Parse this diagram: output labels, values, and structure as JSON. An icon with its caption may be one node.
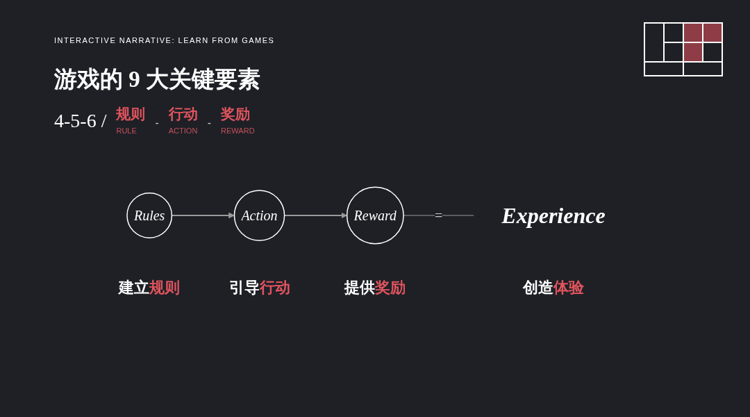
{
  "diagram": {
    "title": "游戏的 9 大关键要素",
    "nodes": [
      {
        "text": [
          "Rules"
        ],
        "beside": [
          "建立**规则**"
        ]
      },
      {
        "text": [
          "Action"
        ],
        "beside": [
          "引导**行动**"
        ]
      },
      {
        "text": [
          "Reward"
        ],
        "beside": [
          "提供**奖励**"
        ]
      },
      {
        "text": [
          "Experience"
        ],
        "beside": [
          "创造**体验**"
        ]
      }
    ],
    "edges": [
      {
        "from": 0,
        "to": 1,
        "arrow": "to"
      },
      {
        "from": 1,
        "to": 2,
        "arrow": "to"
      },
      {
        "from": 2,
        "to": 3,
        "arrow": "none",
        "label": "="
      }
    ],
    "labels": [
      "INTERACTIVE NARRATIVE: LEARN FROM GAMES",
      "4-5-6 /",
      "规则",
      "RULE",
      "-",
      "行动",
      "ACTION",
      "-",
      "奖励",
      "REWARD"
    ]
  }
}
